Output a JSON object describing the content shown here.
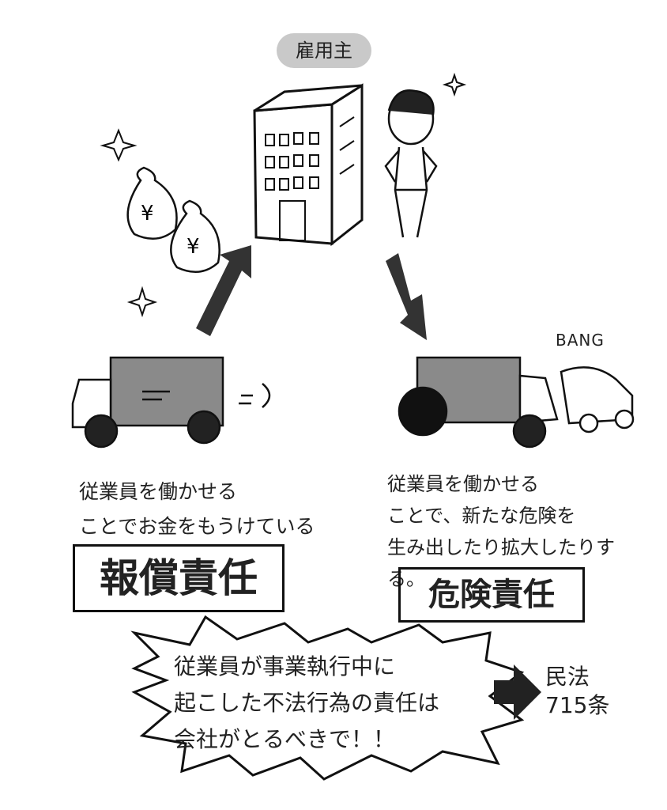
{
  "employer": {
    "label": "雇用主"
  },
  "left": {
    "caption_lines": [
      "従業員を働かせる",
      "ことでお金をもうけている"
    ],
    "responsibility": "報償責任",
    "money_bag_symbol": "¥"
  },
  "right": {
    "sound_effect": "BANG",
    "caption_lines": [
      "従業員を働かせる",
      "ことで、新たな危険を",
      "生み出したり拡大したりする。"
    ],
    "responsibility": "危険責任"
  },
  "conclusion": {
    "lines": [
      "従業員が事業執行中に",
      "起こした不法行為の責任は",
      "会社がとるべきで！！"
    ],
    "law_lines": [
      "民法",
      "715条"
    ]
  }
}
